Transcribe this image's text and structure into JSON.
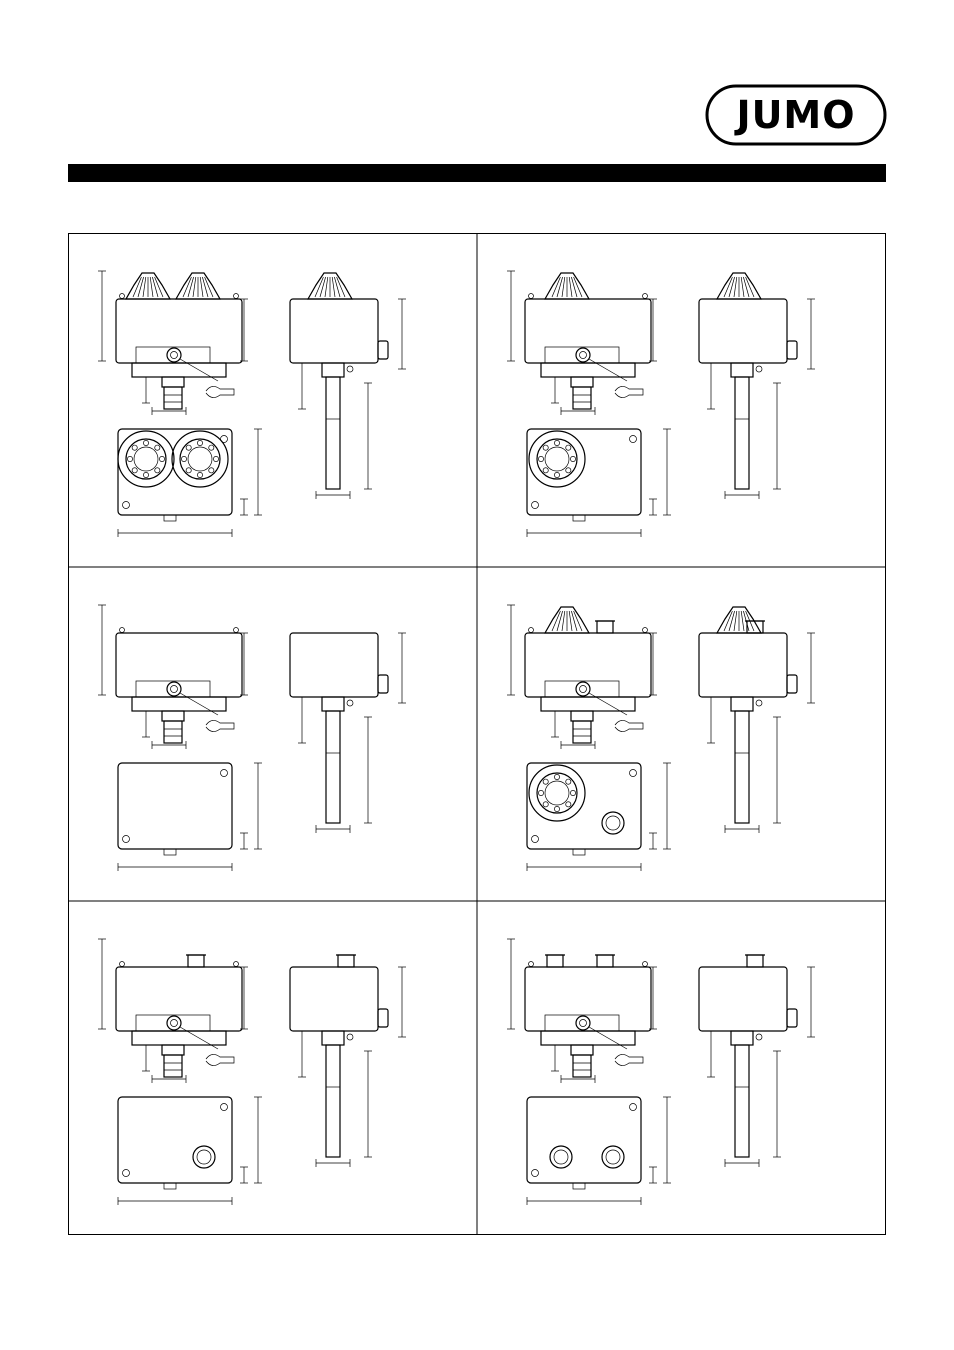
{
  "logo": {
    "text": "JUMO"
  },
  "drawings": [
    {
      "panel": 1,
      "top_knobs": 2,
      "top_plugs": 0,
      "bottom_dials": 2,
      "bottom_plugs": 0
    },
    {
      "panel": 2,
      "top_knobs": 1,
      "top_plugs": 0,
      "bottom_dials": 1,
      "bottom_plugs": 0
    },
    {
      "panel": 3,
      "top_knobs": 0,
      "top_plugs": 0,
      "bottom_dials": 0,
      "bottom_plugs": 0
    },
    {
      "panel": 4,
      "top_knobs": 1,
      "top_plugs": 1,
      "bottom_dials": 1,
      "bottom_plugs": 1
    },
    {
      "panel": 5,
      "top_knobs": 0,
      "top_plugs": 1,
      "bottom_dials": 0,
      "bottom_plugs": 1
    },
    {
      "panel": 6,
      "top_knobs": 0,
      "top_plugs": 2,
      "bottom_dials": 0,
      "bottom_plugs": 2
    }
  ]
}
